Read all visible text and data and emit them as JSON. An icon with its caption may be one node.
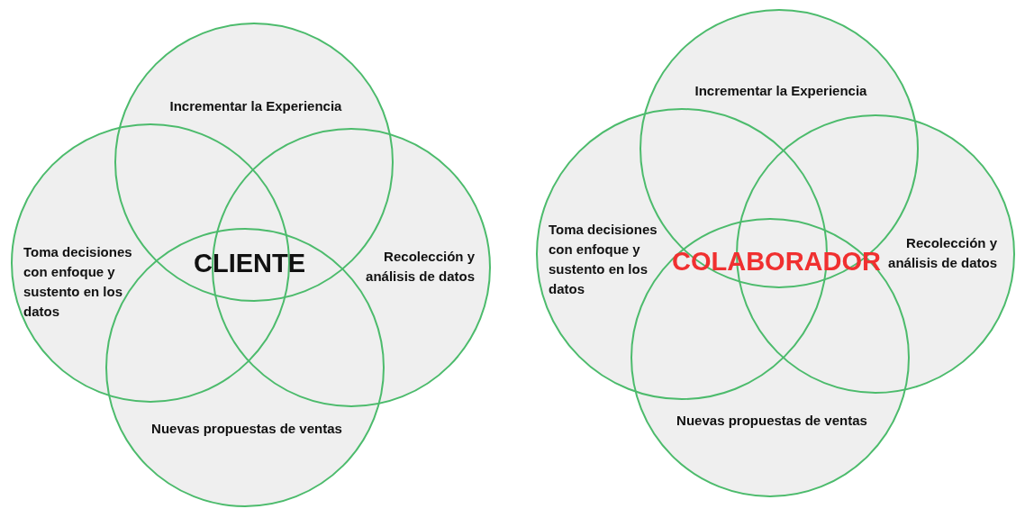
{
  "diagram": {
    "nodes": [
      {
        "text": [
          "Incrementar la Experiencia"
        ]
      },
      {
        "text": [
          "Toma decisiones con enfoque y sustento en los datos"
        ]
      },
      {
        "text": [
          "Recolección y análisis de datos"
        ]
      },
      {
        "text": [
          "Nuevas propuestas de ventas"
        ]
      },
      {
        "text": [
          "Incrementar la Experiencia"
        ]
      },
      {
        "text": [
          "Toma decisiones con enfoque y sustento en los datos"
        ]
      },
      {
        "text": [
          "Recolección y análisis de datos"
        ]
      },
      {
        "text": [
          "Nuevas propuestas de ventas"
        ]
      }
    ],
    "edges": [],
    "labels": [
      "CLIENTE",
      "COLABORADOR"
    ]
  }
}
